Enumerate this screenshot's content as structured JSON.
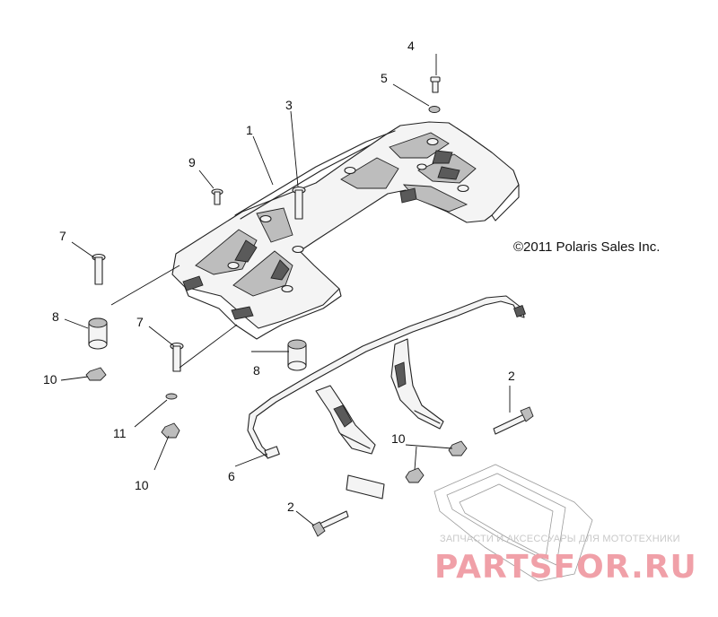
{
  "callouts": {
    "c1": "1",
    "c2a": "2",
    "c2b": "2",
    "c3": "3",
    "c4": "4",
    "c5": "5",
    "c6": "6",
    "c7a": "7",
    "c7b": "7",
    "c8a": "8",
    "c8b": "8",
    "c9": "9",
    "c10a": "10",
    "c10b": "10",
    "c10c": "10",
    "c11": "11"
  },
  "copyright": "©2011 Polaris Sales Inc.",
  "watermark": {
    "caption": "ЗАПЧАСТИ И АКСЕССУАРЫ ДЛЯ МОТОТЕХНИКИ",
    "brand": "PARTSFOR.RU",
    "brand_color": "#f0a0a8"
  }
}
